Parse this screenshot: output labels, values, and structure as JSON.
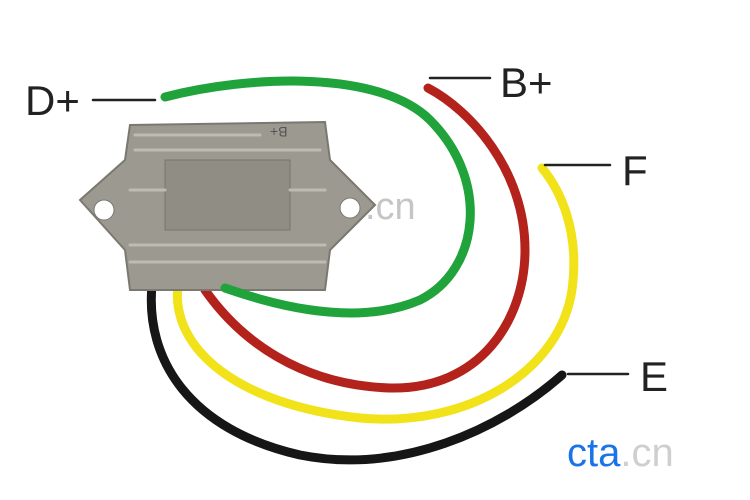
{
  "labels": {
    "d_plus": "D+",
    "b_plus": "B+",
    "f": "F",
    "e": "E"
  },
  "device_marking": "B+",
  "watermark": {
    "brand": "cta",
    "suffix": ".cn",
    "center_text": ".cn"
  },
  "colors": {
    "green": "#1fa33a",
    "red": "#b3231c",
    "yellow": "#f2e21a",
    "black": "#161616",
    "housing": "#9b9990",
    "brand_blue": "#1a73e8"
  }
}
